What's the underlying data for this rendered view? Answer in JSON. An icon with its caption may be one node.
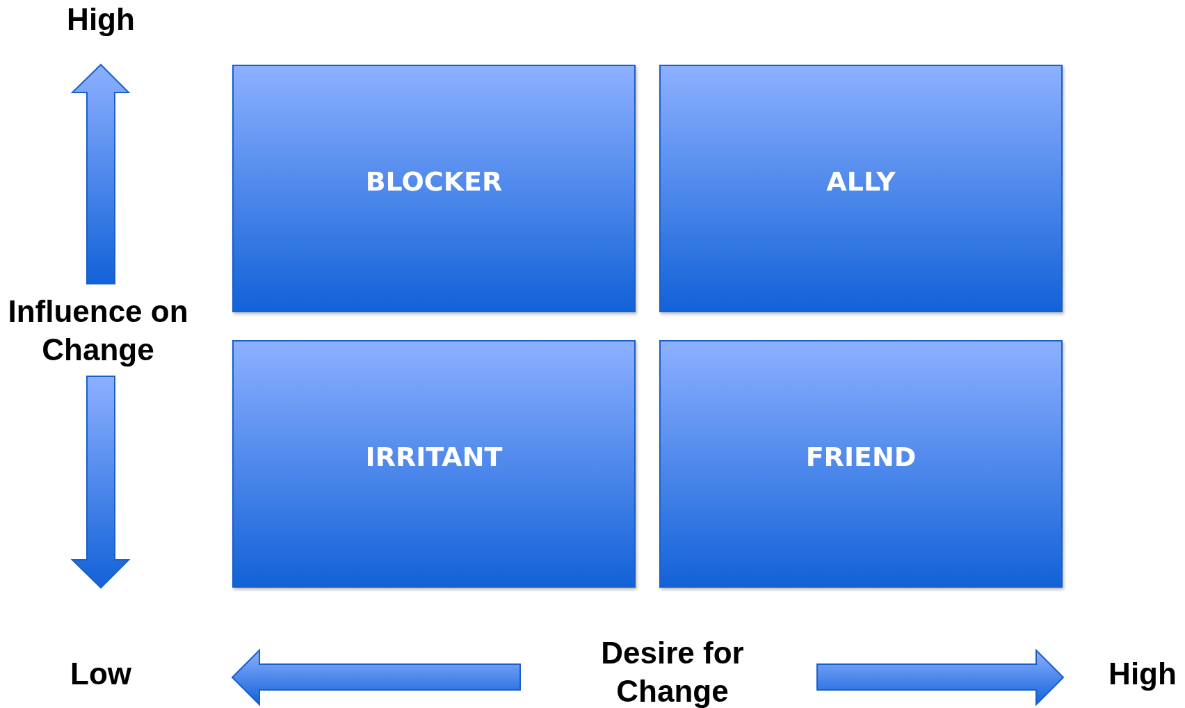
{
  "diagram": {
    "nodes": [
      {
        "text": [
          "BLOCKER"
        ]
      },
      {
        "text": [
          "ALLY"
        ]
      },
      {
        "text": [
          "IRRITANT"
        ]
      },
      {
        "text": [
          "FRIEND"
        ]
      }
    ],
    "labels": [
      "High",
      "Influence on Change",
      "Low",
      "Desire for Change",
      "High"
    ]
  }
}
